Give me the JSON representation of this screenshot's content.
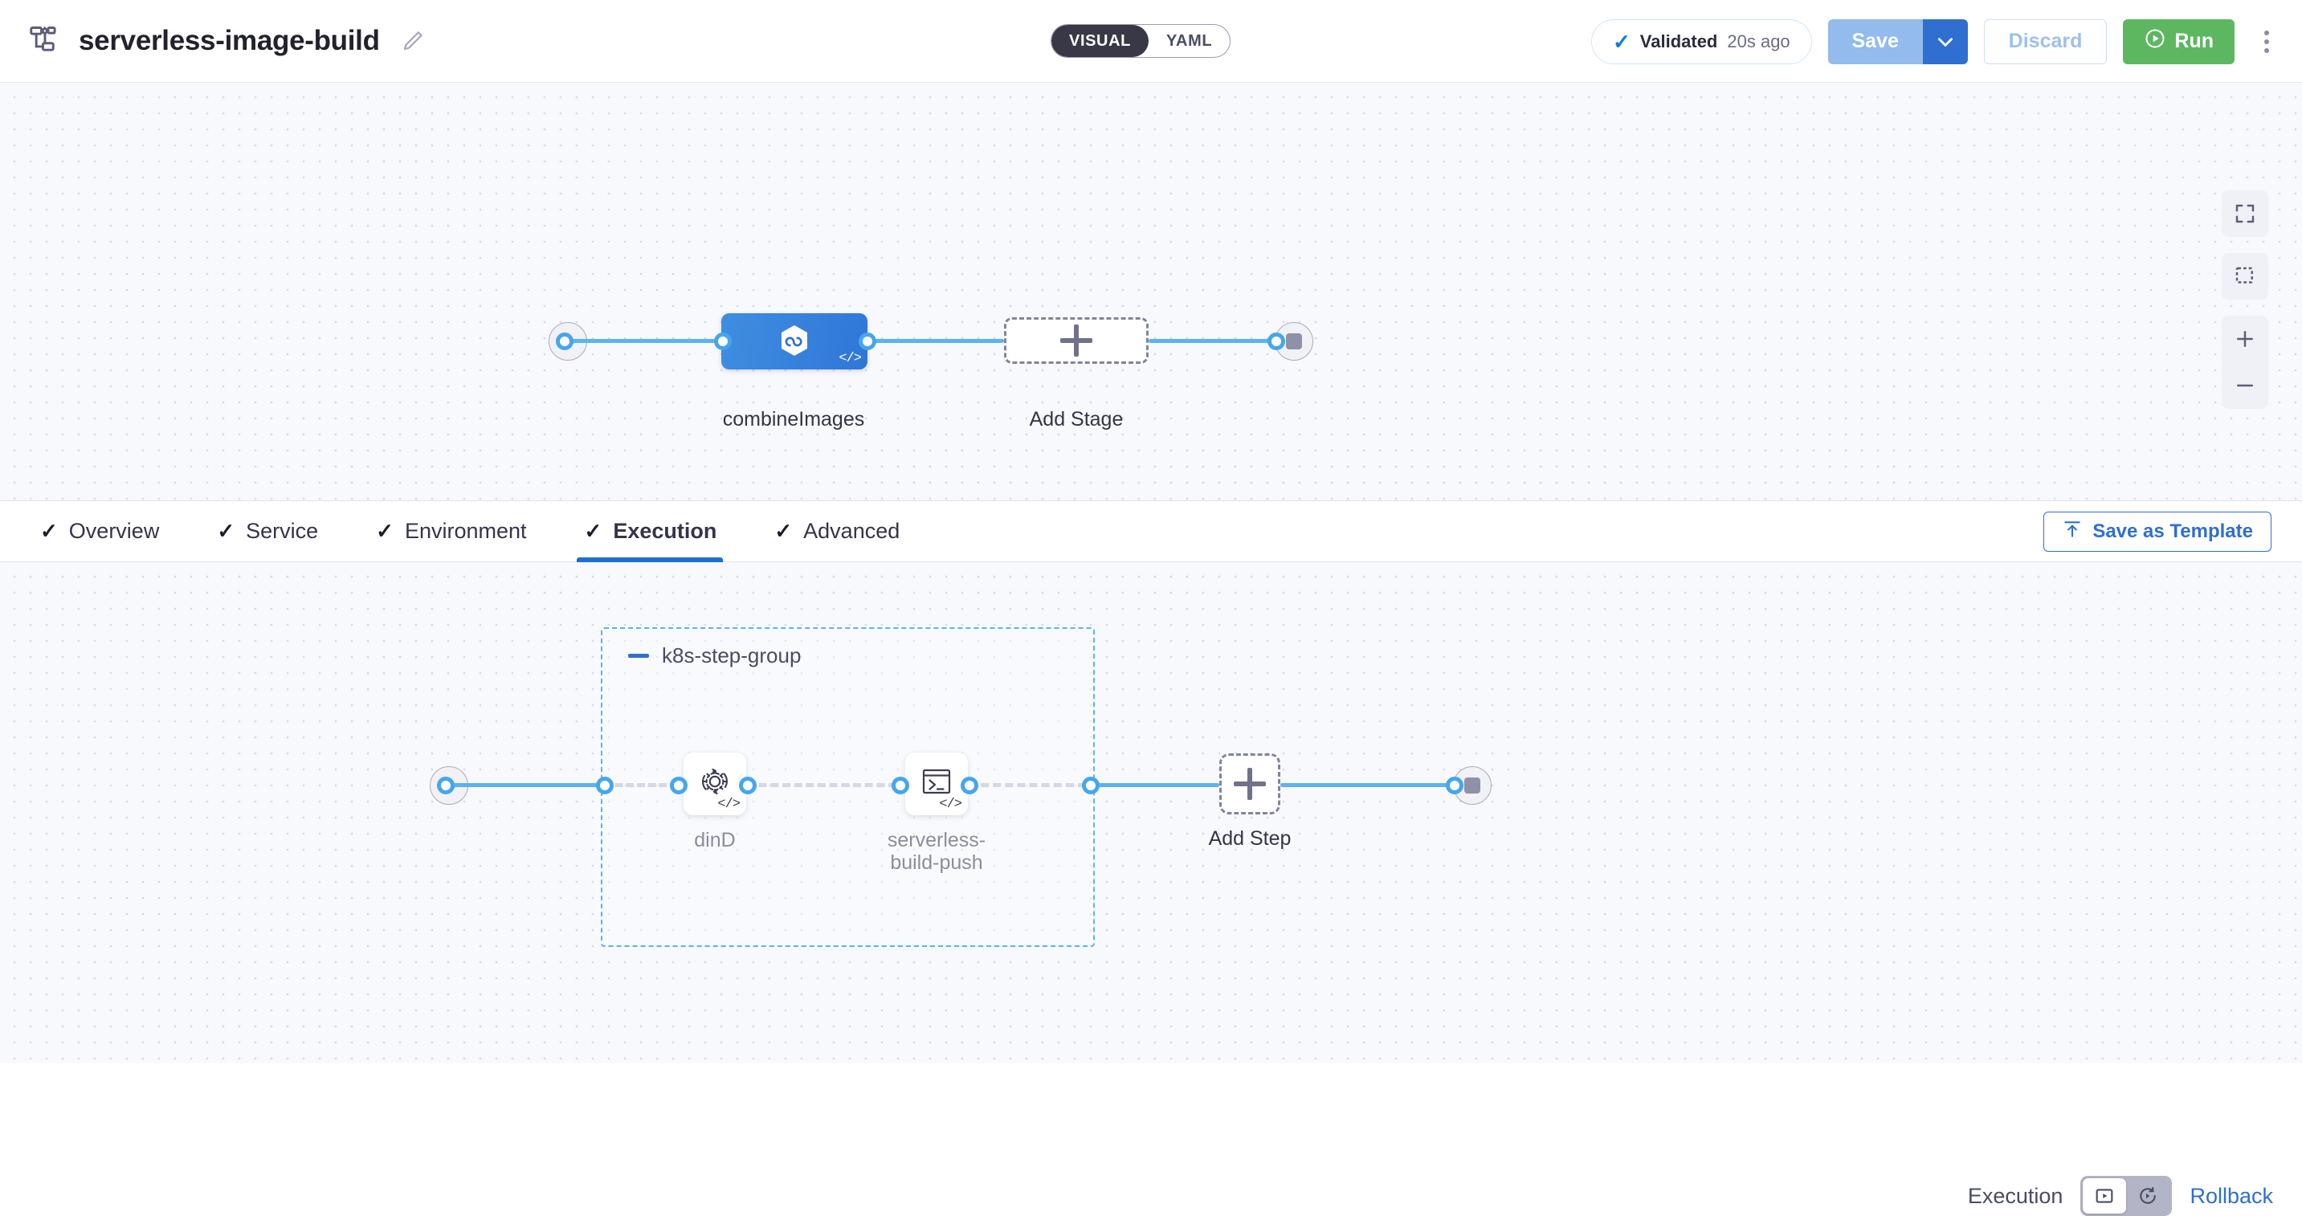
{
  "header": {
    "pipeline_icon": "pipeline-graph-icon",
    "title": "serverless-image-build",
    "edit_icon": "pencil-edit-icon",
    "mode_toggle": {
      "visual": "VISUAL",
      "yaml": "YAML",
      "selected": "VISUAL"
    },
    "validated": {
      "check_icon": "check-icon",
      "label": "Validated",
      "time": "20s ago"
    },
    "save_label": "Save",
    "save_caret_icon": "chevron-down-icon",
    "discard_label": "Discard",
    "run_label": "Run",
    "run_icon": "play-circle-icon",
    "more_icon": "kebab-menu-icon"
  },
  "stage_canvas": {
    "start_node": {
      "icon": "play-icon",
      "name": "pipeline-start"
    },
    "stage": {
      "label": "combineImages",
      "icon": "ci-infinity-hexagon-icon",
      "code_badge": "</>",
      "selected": true
    },
    "add_stage": {
      "label": "Add Stage",
      "icon": "plus-icon"
    },
    "end_node": {
      "icon": "stop-square-icon",
      "name": "pipeline-end"
    },
    "controls": [
      {
        "name": "fit-to-screen-icon"
      },
      {
        "name": "selection-box-icon"
      },
      {
        "name": "zoom-in-icon"
      },
      {
        "name": "zoom-out-icon"
      }
    ]
  },
  "tabs": {
    "items": [
      {
        "label": "Overview",
        "check": "✓",
        "active": false
      },
      {
        "label": "Service",
        "check": "✓",
        "active": false
      },
      {
        "label": "Environment",
        "check": "✓",
        "active": false
      },
      {
        "label": "Execution",
        "check": "✓",
        "active": true
      },
      {
        "label": "Advanced",
        "check": "✓",
        "active": false
      }
    ],
    "save_as_template": {
      "label": "Save as Template",
      "icon": "upload-template-icon"
    }
  },
  "execution_bar": {
    "label": "Execution",
    "exec_icon": "execution-icon",
    "rollback_icon": "rollback-icon",
    "rollback_label": "Rollback",
    "selected": "execution"
  },
  "steps_canvas": {
    "start_node": {
      "icon": "play-icon",
      "name": "steps-start"
    },
    "group": {
      "title": "k8s-step-group",
      "collapse_icon": "minus-collapse-icon",
      "steps": [
        {
          "label": "dinD",
          "icon": "gear-refresh-icon",
          "code_badge": "</>"
        },
        {
          "label": "serverless-\nbuild-push",
          "label_line1": "serverless-",
          "label_line2": "build-push",
          "icon": "terminal-icon",
          "code_badge": "</>"
        }
      ]
    },
    "add_step": {
      "label": "Add Step",
      "icon": "plus-icon"
    },
    "end_node": {
      "icon": "stop-square-icon",
      "name": "steps-end"
    }
  },
  "colors": {
    "accent_blue": "#2f6fd0",
    "edge_blue": "#5ab4f0",
    "stage_blue": "#3076d8",
    "run_green": "#5db761",
    "canvas_bg": "#f8f9fd",
    "group_border": "#5ab4f0"
  }
}
